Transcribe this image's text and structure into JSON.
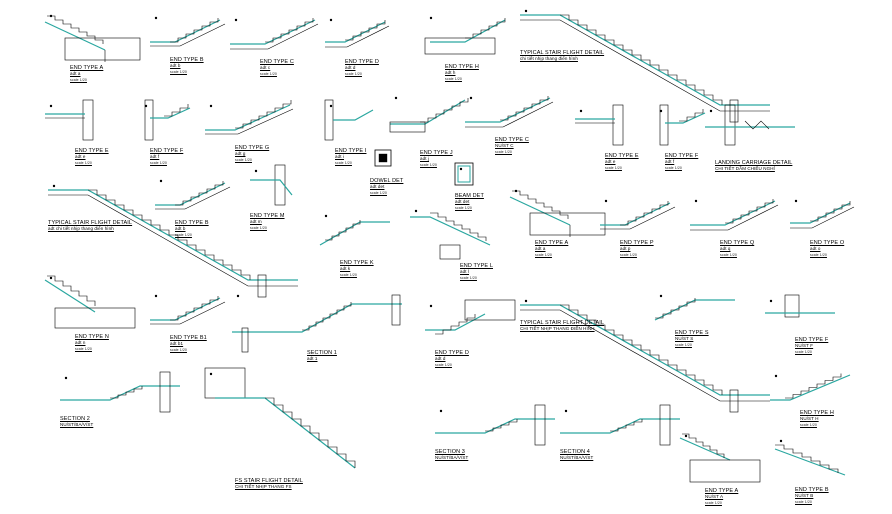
{
  "drawing": {
    "background": "#ffffff",
    "ink_color": "#000000",
    "rebar_color": "#2aa7a0",
    "details": [
      {
        "id": "end-type-a-1",
        "title": "END TYPE A",
        "sub": "adt a",
        "scale": "scale 1/20",
        "shape": "end-a",
        "ox": 45,
        "oy": 10
      },
      {
        "id": "end-type-b-1",
        "title": "END TYPE B",
        "sub": "adt b",
        "scale": "scale 1/20",
        "shape": "end-b",
        "ox": 150,
        "oy": 12
      },
      {
        "id": "end-type-c-1",
        "title": "END TYPE C",
        "sub": "adt c",
        "scale": "scale 1/20",
        "shape": "end-c",
        "ox": 230,
        "oy": 14
      },
      {
        "id": "end-type-d-1",
        "title": "END TYPE D",
        "sub": "adt d",
        "scale": "scale 1/20",
        "shape": "end-d",
        "ox": 325,
        "oy": 14
      },
      {
        "id": "end-type-h-1",
        "title": "END TYPE H",
        "sub": "adt h",
        "scale": "scale 1/20",
        "shape": "end-h",
        "ox": 425,
        "oy": 12
      },
      {
        "id": "typical-flight-1",
        "title": "TYPICAL STAIR FLIGHT DETAIL",
        "sub": "chi tiết nhịp thang điển hình",
        "scale": "",
        "shape": "flight",
        "ox": 520,
        "oy": 5
      },
      {
        "id": "end-type-e-1",
        "title": "END TYPE E",
        "sub": "adt e",
        "scale": "scale 1/20",
        "shape": "end-e",
        "ox": 45,
        "oy": 100
      },
      {
        "id": "end-type-f-1",
        "title": "END TYPE F",
        "sub": "adt f",
        "scale": "scale 1/20",
        "shape": "end-f",
        "ox": 140,
        "oy": 100
      },
      {
        "id": "end-type-g-1",
        "title": "END TYPE G",
        "sub": "adt g",
        "scale": "scale 1/20",
        "shape": "end-g",
        "ox": 205,
        "oy": 100
      },
      {
        "id": "end-type-i-1",
        "title": "END TYPE I",
        "sub": "adt i",
        "scale": "scale 1/20",
        "shape": "end-i",
        "ox": 325,
        "oy": 100
      },
      {
        "id": "end-type-j-1",
        "title": "END TYPE J",
        "sub": "adt j",
        "scale": "scale 1/20",
        "shape": "end-j",
        "ox": 390,
        "oy": 92
      },
      {
        "id": "end-type-c-2",
        "title": "END TYPE C",
        "sub": "NU/ST C",
        "scale": "scale 1/20",
        "shape": "end-c",
        "ox": 465,
        "oy": 92
      },
      {
        "id": "end-type-e-2",
        "title": "END TYPE E",
        "sub": "adt e",
        "scale": "scale 1/20",
        "shape": "end-e",
        "ox": 575,
        "oy": 105
      },
      {
        "id": "end-type-f-2",
        "title": "END TYPE F",
        "sub": "adt f",
        "scale": "scale 1/20",
        "shape": "end-f",
        "ox": 655,
        "oy": 105
      },
      {
        "id": "landing-carriage",
        "title": "LANDING CARRIAGE DETAIL",
        "sub": "CHI TIẾT DẦM CHIẾU NGHỈ",
        "scale": "",
        "shape": "landing",
        "ox": 705,
        "oy": 105
      },
      {
        "id": "dowel-det",
        "title": "DOWEL DET",
        "sub": "adt det",
        "scale": "scale 1/20",
        "shape": "dowel",
        "ox": 375,
        "oy": 150
      },
      {
        "id": "beam-det",
        "title": "BEAM DET",
        "sub": "adt det",
        "scale": "scale 1/20",
        "shape": "beam",
        "ox": 455,
        "oy": 163
      },
      {
        "id": "typical-flight-2",
        "title": "TYPICAL STAIR FLIGHT DETAIL",
        "sub": "adt chi tiết nhịp thang điển hình",
        "scale": "",
        "shape": "flight",
        "ox": 48,
        "oy": 180
      },
      {
        "id": "end-type-b-2",
        "title": "END TYPE B",
        "sub": "adt b",
        "scale": "scale 1/20",
        "shape": "end-b",
        "ox": 155,
        "oy": 175
      },
      {
        "id": "end-type-m-1",
        "title": "END TYPE M",
        "sub": "adt m",
        "scale": "scale 1/20",
        "shape": "end-m",
        "ox": 250,
        "oy": 165
      },
      {
        "id": "end-type-k-1",
        "title": "END TYPE K",
        "sub": "adt k",
        "scale": "scale 1/20",
        "shape": "end-k",
        "ox": 320,
        "oy": 210
      },
      {
        "id": "end-type-l-1",
        "title": "END TYPE L",
        "sub": "adt l",
        "scale": "scale 1/20",
        "shape": "end-l",
        "ox": 410,
        "oy": 205
      },
      {
        "id": "end-type-a-2",
        "title": "END TYPE A",
        "sub": "adt a",
        "scale": "scale 1/20",
        "shape": "end-a",
        "ox": 510,
        "oy": 185
      },
      {
        "id": "end-type-p-1",
        "title": "END TYPE P",
        "sub": "adt p",
        "scale": "scale 1/20",
        "shape": "end-b",
        "ox": 600,
        "oy": 195
      },
      {
        "id": "end-type-q-1",
        "title": "END TYPE Q",
        "sub": "adt q",
        "scale": "scale 1/20",
        "shape": "end-c",
        "ox": 690,
        "oy": 195
      },
      {
        "id": "end-type-o-1",
        "title": "END TYPE O",
        "sub": "adt o",
        "scale": "scale 1/20",
        "shape": "end-d",
        "ox": 790,
        "oy": 195
      },
      {
        "id": "end-type-n-1",
        "title": "END TYPE N",
        "sub": "adt n",
        "scale": "scale 1/20",
        "shape": "end-n",
        "ox": 45,
        "oy": 272
      },
      {
        "id": "end-type-b1-1",
        "title": "END TYPE B1",
        "sub": "adt b1",
        "scale": "scale 1/20",
        "shape": "end-b",
        "ox": 150,
        "oy": 290
      },
      {
        "id": "section-1",
        "title": "SECTION 1",
        "sub": "adt 1",
        "scale": "",
        "shape": "section-s",
        "ox": 232,
        "oy": 290
      },
      {
        "id": "end-type-d-2",
        "title": "END TYPE D",
        "sub": "adt d",
        "scale": "scale 1/20",
        "shape": "end-d2",
        "ox": 425,
        "oy": 300
      },
      {
        "id": "typical-flight-3",
        "title": "TYPICAL STAIR FLIGHT DETAIL",
        "sub": "CHI TIẾT NHỊP THANG ĐIỂN HÌNH",
        "scale": "",
        "shape": "flight",
        "ox": 520,
        "oy": 295
      },
      {
        "id": "end-type-s-1",
        "title": "END TYPE S",
        "sub": "NU/ST S",
        "scale": "scale 1/20",
        "shape": "end-s",
        "ox": 655,
        "oy": 290
      },
      {
        "id": "end-type-f-3",
        "title": "END TYPE F",
        "sub": "NU/ST F",
        "scale": "scale 1/20",
        "shape": "end-f3",
        "ox": 765,
        "oy": 295
      },
      {
        "id": "section-2",
        "title": "SECTION 2",
        "sub": "NU/ST/BA/V/ST",
        "scale": "",
        "shape": "section-s2",
        "ox": 60,
        "oy": 372
      },
      {
        "id": "fs-stair-flight",
        "title": "FS STAIR FLIGHT DETAIL",
        "sub": "CHI TIẾT NHỊP THANG FS",
        "scale": "",
        "shape": "flight-fs",
        "ox": 205,
        "oy": 368
      },
      {
        "id": "end-type-h-2",
        "title": "END TYPE H",
        "sub": "NU/ST H",
        "scale": "scale 1/20",
        "shape": "end-h2",
        "ox": 770,
        "oy": 370
      },
      {
        "id": "section-3",
        "title": "SECTION 3",
        "sub": "NU/ST/BA/V/ST",
        "scale": "",
        "shape": "section-s2",
        "ox": 435,
        "oy": 405
      },
      {
        "id": "section-4",
        "title": "SECTION 4",
        "sub": "NU/ST/BA/V/ST",
        "scale": "",
        "shape": "section-s2",
        "ox": 560,
        "oy": 405
      },
      {
        "id": "end-type-a-3",
        "title": "END TYPE A",
        "sub": "NU/ST A",
        "scale": "scale 1/20",
        "shape": "end-a3",
        "ox": 680,
        "oy": 430
      },
      {
        "id": "end-type-b-3",
        "title": "END TYPE B",
        "sub": "NU/ST B",
        "scale": "scale 1/20",
        "shape": "end-b3",
        "ox": 775,
        "oy": 435
      }
    ]
  }
}
